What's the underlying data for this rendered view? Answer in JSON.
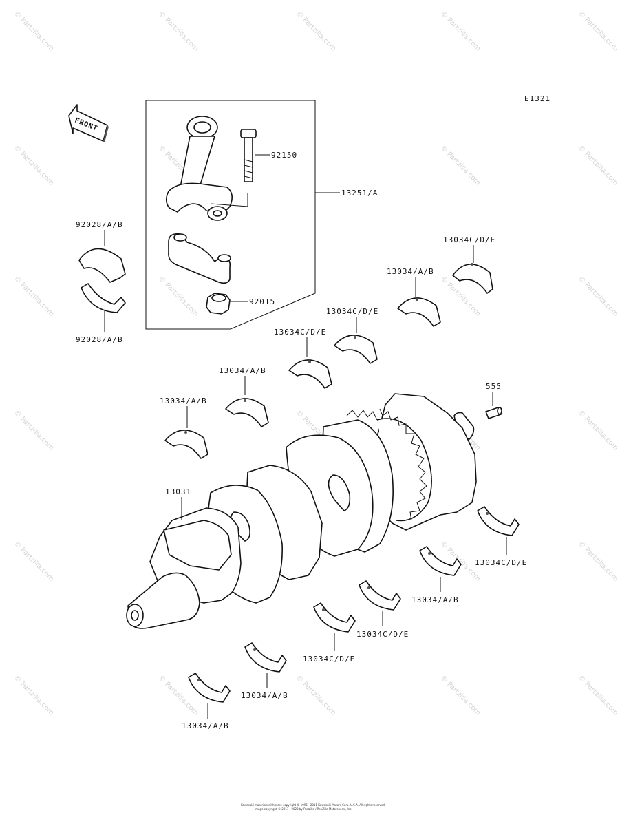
{
  "diagram_code": "E1321",
  "front_label": "FRONT",
  "watermark": "© Partzilla.com",
  "copyright_line1": "Kawasaki materials within are copyright © 1995 - 2011 Kawasaki Motors Corp. U.S.A.  All rights reserved.",
  "copyright_line2": "Image copyright © 2011 - 2022 by Partzilla / RevZilla Motorsports, Inc.",
  "callouts": {
    "c92150": "92150",
    "c13251": "13251/A",
    "c92015": "92015",
    "c92028_top": "92028/A/B",
    "c92028_bot": "92028/A/B",
    "c13034cde_1": "13034C/D/E",
    "c13034ab_1": "13034/A/B",
    "c13034cde_2": "13034C/D/E",
    "c13034cde_3": "13034C/D/E",
    "c13034ab_2": "13034/A/B",
    "c13034ab_3": "13034/A/B",
    "c555": "555",
    "c13031": "13031",
    "c13034cde_4": "13034C/D/E",
    "c13034ab_4": "13034/A/B",
    "c13034cde_5": "13034C/D/E",
    "c13034cde_6": "13034C/D/E",
    "c13034ab_5": "13034/A/B",
    "c13034ab_6": "13034/A/B"
  }
}
